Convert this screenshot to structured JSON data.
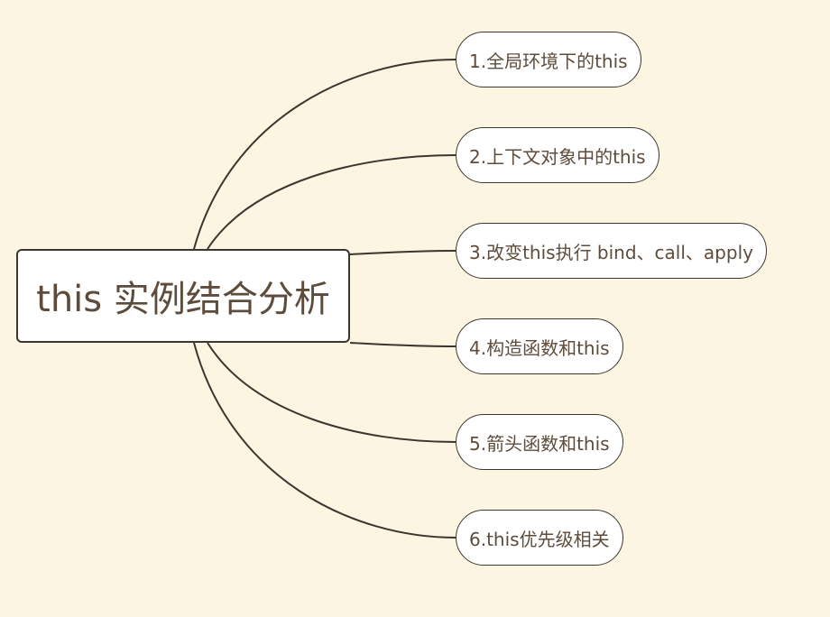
{
  "root": {
    "label": "this 实例结合分析"
  },
  "branches": [
    {
      "label": "1.全局环境下的this"
    },
    {
      "label": "2.上下文对象中的this"
    },
    {
      "label": "3.改变this执行 bind、call、apply"
    },
    {
      "label": "4.构造函数和this"
    },
    {
      "label": "5.箭头函数和this"
    },
    {
      "label": "6.this优先级相关"
    }
  ],
  "colors": {
    "background": "#fbf5e2",
    "node_fill": "#ffffff",
    "node_border": "#3c3630",
    "text": "#5d4c3b",
    "line": "#3c3630"
  }
}
